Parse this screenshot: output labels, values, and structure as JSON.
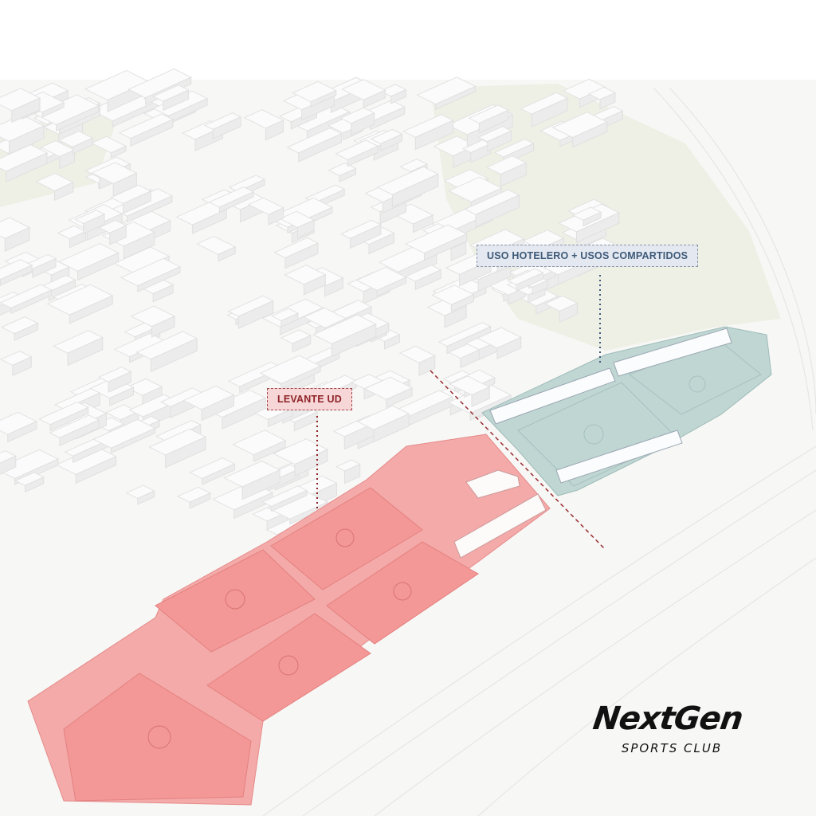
{
  "labels": {
    "hotel": "USO HOTELERO + USOS COMPARTIDOS",
    "levante": "LEVANTE UD"
  },
  "logo": {
    "name": "NextGen",
    "tagline": "SPORTS CLUB"
  },
  "colors": {
    "levante_zone": "#f2a3a3",
    "hotel_zone": "#b9d3d0",
    "levante_line": "#8f2329",
    "hotel_line": "#3e5a78",
    "buildings": "#f1f1f1"
  }
}
